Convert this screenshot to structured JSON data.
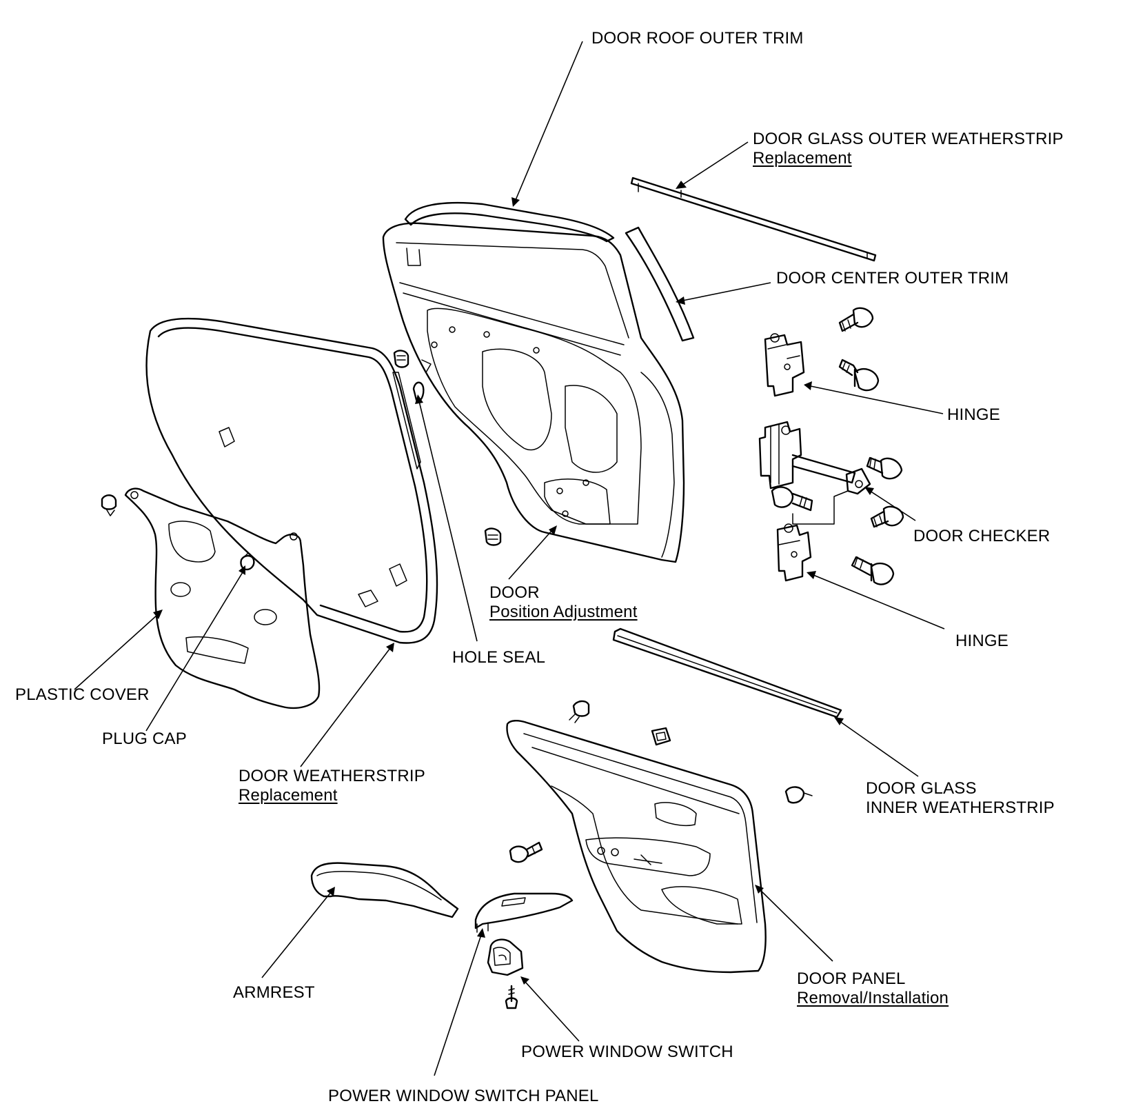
{
  "labels": {
    "door_roof_outer_trim": "DOOR ROOF OUTER TRIM",
    "door_glass_outer_weatherstrip": "DOOR GLASS OUTER WEATHERSTRIP",
    "door_glass_outer_weatherstrip_link": "Replacement",
    "door_center_outer_trim": "DOOR CENTER OUTER TRIM",
    "hinge_upper": "HINGE",
    "door_checker": "DOOR CHECKER",
    "hinge_lower": "HINGE",
    "door": "DOOR",
    "door_link": "Position Adjustment",
    "hole_seal": "HOLE SEAL",
    "plastic_cover": "PLASTIC COVER",
    "plug_cap": "PLUG CAP",
    "door_weatherstrip": "DOOR WEATHERSTRIP",
    "door_weatherstrip_link": "Replacement",
    "door_glass_inner_weatherstrip_line1": "DOOR GLASS",
    "door_glass_inner_weatherstrip_line2": "INNER WEATHERSTRIP",
    "door_panel": "DOOR PANEL",
    "door_panel_link": "Removal/Installation",
    "armrest": "ARMREST",
    "power_window_switch": "POWER WINDOW SWITCH",
    "power_window_switch_panel": "POWER WINDOW SWITCH PANEL"
  }
}
